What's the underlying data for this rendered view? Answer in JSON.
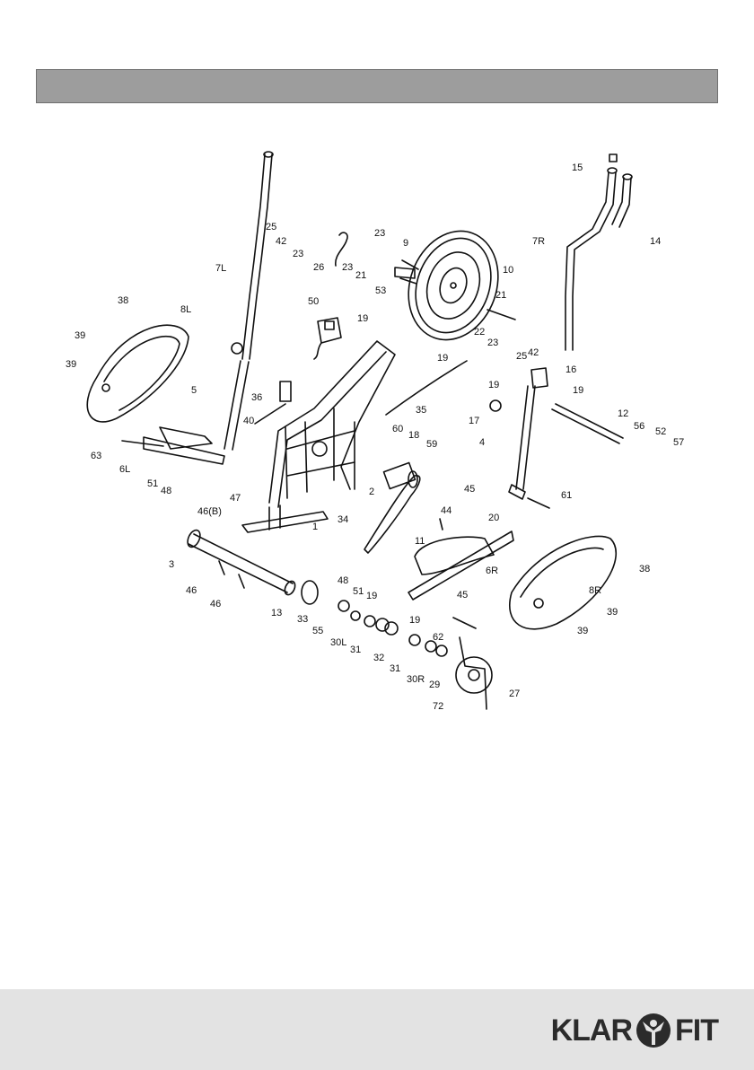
{
  "header": {
    "title": ""
  },
  "brand": {
    "left": "KLAR",
    "right": "FIT"
  },
  "diagram": {
    "parts": [
      {
        "id": "1",
        "label": "1"
      },
      {
        "id": "2",
        "label": "2"
      },
      {
        "id": "3",
        "label": "3"
      },
      {
        "id": "4",
        "label": "4"
      },
      {
        "id": "5",
        "label": "5"
      },
      {
        "id": "6L",
        "label": "6L"
      },
      {
        "id": "6R",
        "label": "6R"
      },
      {
        "id": "7L",
        "label": "7L"
      },
      {
        "id": "7R",
        "label": "7R"
      },
      {
        "id": "8L",
        "label": "8L"
      },
      {
        "id": "8R",
        "label": "8R"
      },
      {
        "id": "9",
        "label": "9"
      },
      {
        "id": "10",
        "label": "10"
      },
      {
        "id": "11",
        "label": "11"
      },
      {
        "id": "12",
        "label": "12"
      },
      {
        "id": "13",
        "label": "13"
      },
      {
        "id": "14",
        "label": "14"
      },
      {
        "id": "15",
        "label": "15"
      },
      {
        "id": "16",
        "label": "16"
      },
      {
        "id": "17",
        "label": "17"
      },
      {
        "id": "18",
        "label": "18"
      },
      {
        "id": "19a",
        "label": "19"
      },
      {
        "id": "19b",
        "label": "19"
      },
      {
        "id": "19c",
        "label": "19"
      },
      {
        "id": "19d",
        "label": "19"
      },
      {
        "id": "19e",
        "label": "19"
      },
      {
        "id": "19f",
        "label": "19"
      },
      {
        "id": "20",
        "label": "20"
      },
      {
        "id": "21a",
        "label": "21"
      },
      {
        "id": "21b",
        "label": "21"
      },
      {
        "id": "22",
        "label": "22"
      },
      {
        "id": "23a",
        "label": "23"
      },
      {
        "id": "23b",
        "label": "23"
      },
      {
        "id": "23c",
        "label": "23"
      },
      {
        "id": "23d",
        "label": "23"
      },
      {
        "id": "25a",
        "label": "25"
      },
      {
        "id": "25b",
        "label": "25"
      },
      {
        "id": "26",
        "label": "26"
      },
      {
        "id": "27",
        "label": "27"
      },
      {
        "id": "29",
        "label": "29"
      },
      {
        "id": "30L",
        "label": "30L"
      },
      {
        "id": "30R",
        "label": "30R"
      },
      {
        "id": "31a",
        "label": "31"
      },
      {
        "id": "31b",
        "label": "31"
      },
      {
        "id": "32",
        "label": "32"
      },
      {
        "id": "33",
        "label": "33"
      },
      {
        "id": "34",
        "label": "34"
      },
      {
        "id": "35",
        "label": "35"
      },
      {
        "id": "36",
        "label": "36"
      },
      {
        "id": "38a",
        "label": "38"
      },
      {
        "id": "38b",
        "label": "38"
      },
      {
        "id": "39a",
        "label": "39"
      },
      {
        "id": "39b",
        "label": "39"
      },
      {
        "id": "39c",
        "label": "39"
      },
      {
        "id": "39d",
        "label": "39"
      },
      {
        "id": "40",
        "label": "40"
      },
      {
        "id": "42a",
        "label": "42"
      },
      {
        "id": "42b",
        "label": "42"
      },
      {
        "id": "44",
        "label": "44"
      },
      {
        "id": "45a",
        "label": "45"
      },
      {
        "id": "45b",
        "label": "45"
      },
      {
        "id": "46a",
        "label": "46"
      },
      {
        "id": "46b",
        "label": "46"
      },
      {
        "id": "46B",
        "label": "46(B)"
      },
      {
        "id": "47",
        "label": "47"
      },
      {
        "id": "48a",
        "label": "48"
      },
      {
        "id": "48b",
        "label": "48"
      },
      {
        "id": "50",
        "label": "50"
      },
      {
        "id": "51a",
        "label": "51"
      },
      {
        "id": "51b",
        "label": "51"
      },
      {
        "id": "52",
        "label": "52"
      },
      {
        "id": "53",
        "label": "53"
      },
      {
        "id": "55",
        "label": "55"
      },
      {
        "id": "56",
        "label": "56"
      },
      {
        "id": "57",
        "label": "57"
      },
      {
        "id": "59",
        "label": "59"
      },
      {
        "id": "60",
        "label": "60"
      },
      {
        "id": "61",
        "label": "61"
      },
      {
        "id": "62",
        "label": "62"
      },
      {
        "id": "63",
        "label": "63"
      },
      {
        "id": "72",
        "label": "72"
      }
    ]
  }
}
